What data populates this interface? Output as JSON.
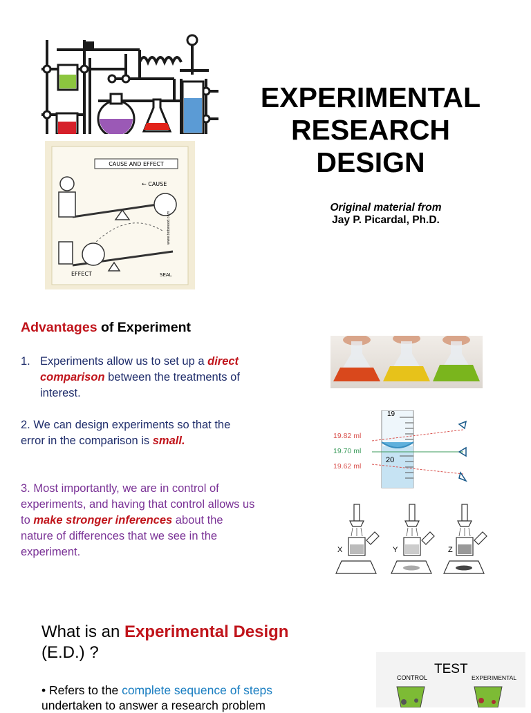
{
  "title_slide": {
    "title_line1": "EXPERIMENTAL",
    "title_line2": "RESEARCH",
    "title_line3": "DESIGN",
    "credit_line1": "Original material from",
    "credit_line2": "Jay P. Picardal, Ph.D.",
    "cartoon": {
      "banner": "CAUSE AND EFFECT",
      "cause_label": "← CAUSE",
      "effect_label": "EFFECT",
      "signature": "SEAL",
      "side_text": "www.bobwood.com"
    }
  },
  "advantages_slide": {
    "heading_accent": "Advantages",
    "heading_rest": " of Experiment",
    "point1": {
      "number": "1.",
      "before": "Experiments allow us to set up a ",
      "emphasis": "direct comparison",
      "after": " between the treatments of interest."
    },
    "point2": {
      "before": "2. We can design experiments so that the error in the comparison is ",
      "emphasis": "small."
    },
    "point3": {
      "before": "3. Most importantly, we are in control of experiments, and having that control allows us to ",
      "emphasis": "make stronger inferences",
      "after": " about the nature of differences that we see in the experiment."
    },
    "meniscus": {
      "tick_top": "19",
      "tick_mid": "20",
      "reading_high": "19.82 ml",
      "reading_correct": "19.70 ml",
      "reading_low": "19.62 ml"
    },
    "beaker_labels": [
      "X",
      "Y",
      "Z"
    ]
  },
  "ed_slide": {
    "title_before": "What is an ",
    "title_accent": "Experimental Design",
    "title_after": "(E.D.) ?",
    "bullet_marker": "•",
    "bullet_before": " Refers to the ",
    "bullet_link": "complete sequence of steps",
    "bullet_after": " undertaken to answer a research problem",
    "figure": {
      "title": "TEST",
      "left_label": "CONTROL",
      "right_label": "EXPERIMENTAL"
    }
  },
  "colors": {
    "accent_red": "#c0141b",
    "navy_text": "#1f2d6b",
    "purple_text": "#7a3296",
    "link_blue": "#1a7ec1"
  }
}
